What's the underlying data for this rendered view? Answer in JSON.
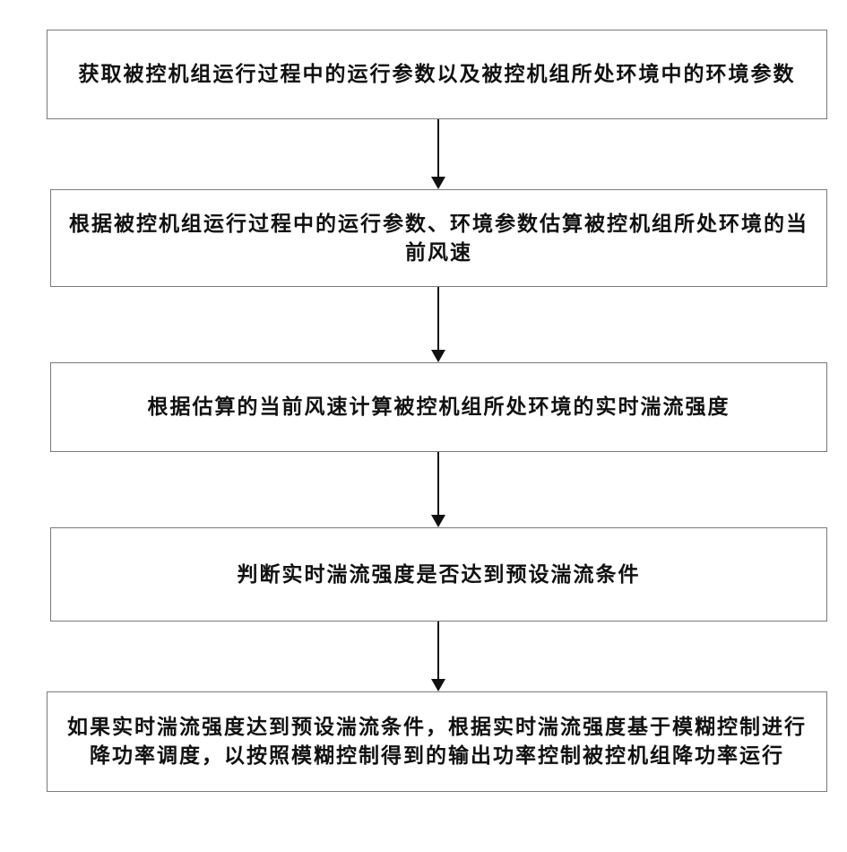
{
  "flowchart": {
    "steps": [
      {
        "text": "获取被控机组运行过程中的运行参数以及被控机组所处环境中的环境参数"
      },
      {
        "text": "根据被控机组运行过程中的运行参数、环境参数估算被控机组所处环境的当前风速"
      },
      {
        "text": "根据估算的当前风速计算被控机组所处环境的实时湍流强度"
      },
      {
        "text": "判断实时湍流强度是否达到预设湍流条件"
      },
      {
        "text": "如果实时湍流强度达到预设湍流条件，根据实时湍流强度基于模糊控制进行降功率调度，以按照模糊控制得到的输出功率控制被控机组降功率运行"
      }
    ],
    "colors": {
      "box_border": "#7a7a7a",
      "arrow": "#111111",
      "text": "#111111",
      "background": "#ffffff"
    }
  }
}
